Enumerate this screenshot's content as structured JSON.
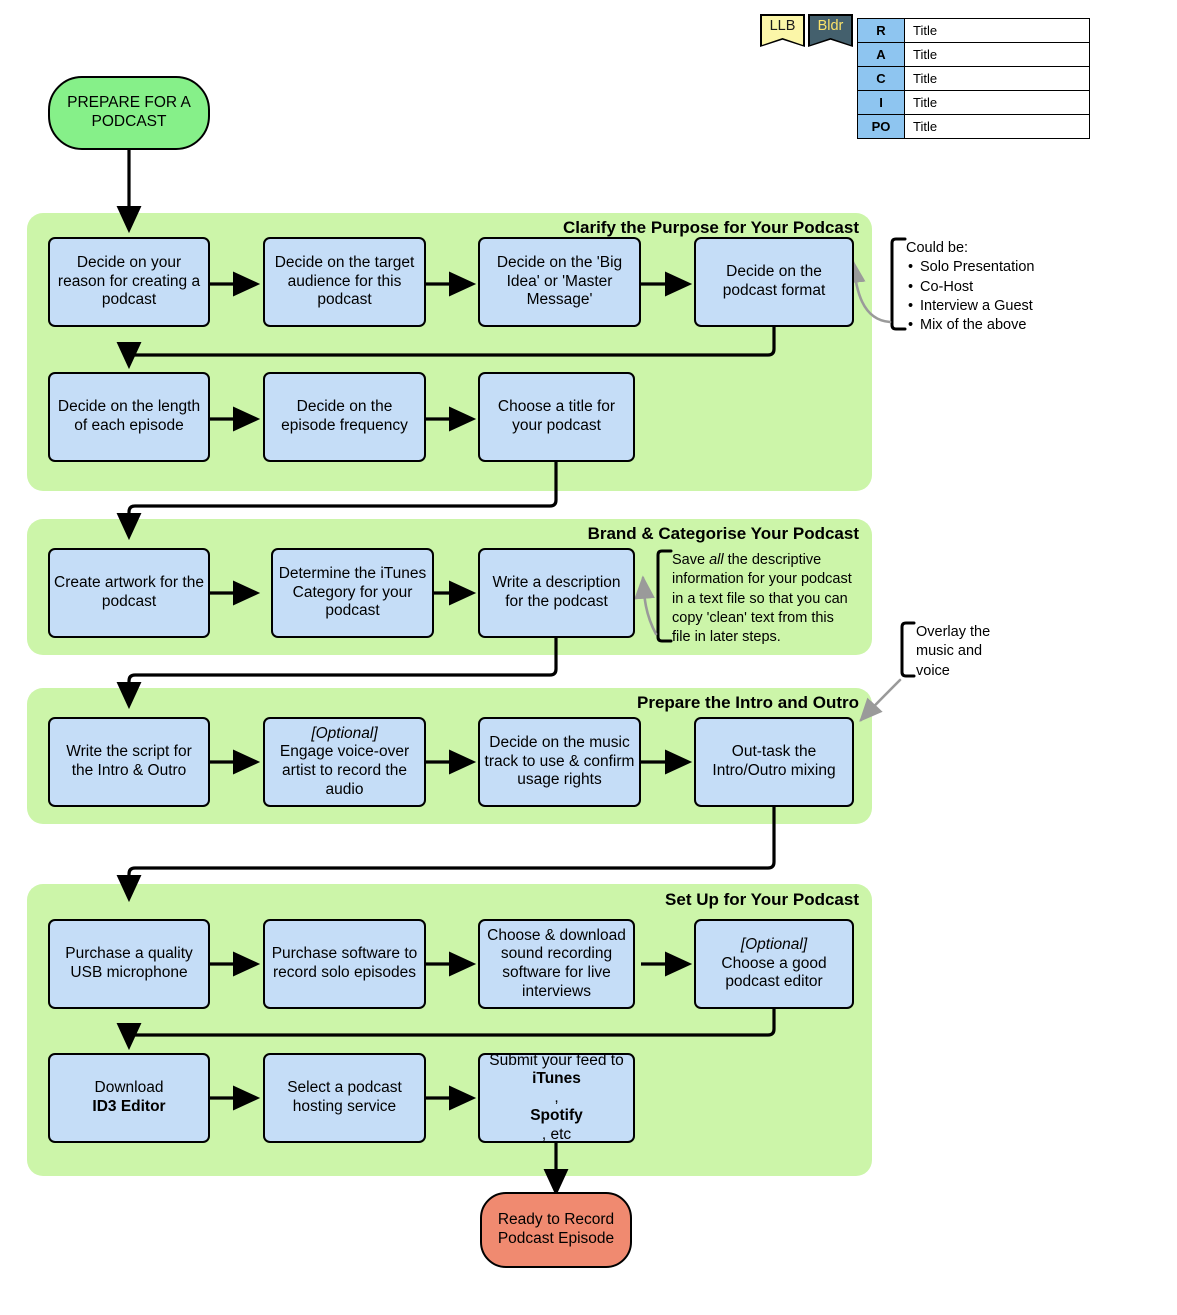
{
  "tags": [
    {
      "id": "llb",
      "label": "LLB",
      "bg": "#fbf6a8",
      "fg": "#1a1a1a"
    },
    {
      "id": "bldr",
      "label": "Bldr",
      "bg": "#44606d",
      "fg": "#fbe36a"
    }
  ],
  "raci_table": {
    "rows": [
      {
        "key": "R",
        "value": "Title"
      },
      {
        "key": "A",
        "value": "Title"
      },
      {
        "key": "C",
        "value": "Title"
      },
      {
        "key": "I",
        "value": "Title"
      },
      {
        "key": "PO",
        "value": "Title"
      }
    ],
    "key_bg": "#8ec5f0",
    "value_bg": "#ffffff"
  },
  "colors": {
    "lane_bg": "#ccf5a9",
    "node_bg": "#c5ddf7",
    "start_bg": "#86f089",
    "end_bg": "#f08a70",
    "stroke": "#000000",
    "annotation_arrow": "#9a9a9a"
  },
  "start_node": {
    "label": "PREPARE FOR A PODCAST"
  },
  "end_node": {
    "label": "Ready to Record Podcast Episode"
  },
  "lanes": [
    {
      "id": "clarify",
      "title": "Clarify the Purpose for Your Podcast",
      "nodes": [
        {
          "id": "n1",
          "label": "Decide on your reason for creating a podcast"
        },
        {
          "id": "n2",
          "label": "Decide on the target audience for this podcast"
        },
        {
          "id": "n3",
          "label": "Decide on the 'Big Idea' or 'Master Message'"
        },
        {
          "id": "n4",
          "label": "Decide on the podcast format"
        },
        {
          "id": "n5",
          "label": "Decide on the length of each episode"
        },
        {
          "id": "n6",
          "label": "Decide on the episode frequency"
        },
        {
          "id": "n7",
          "label": "Choose a title for your podcast"
        }
      ]
    },
    {
      "id": "brand",
      "title": "Brand & Categorise Your Podcast",
      "nodes": [
        {
          "id": "n8",
          "label": "Create artwork for the podcast"
        },
        {
          "id": "n9",
          "label": "Determine the iTunes Category for your podcast"
        },
        {
          "id": "n10",
          "label": "Write a description for the podcast"
        }
      ]
    },
    {
      "id": "intro",
      "title": "Prepare the Intro and Outro",
      "nodes": [
        {
          "id": "n11",
          "label": "Write the script for the Intro & Outro"
        },
        {
          "id": "n12",
          "label": "[Optional] Engage voice-over artist to record the audio",
          "optional_prefix": "[Optional]",
          "rest": "Engage voice-over artist to record the audio"
        },
        {
          "id": "n13",
          "label": "Decide on the music track to use & confirm usage rights"
        },
        {
          "id": "n14",
          "label": "Out-task the Intro/Outro mixing"
        }
      ]
    },
    {
      "id": "setup",
      "title": "Set Up for Your Podcast",
      "nodes": [
        {
          "id": "n15",
          "label": "Purchase a quality USB microphone"
        },
        {
          "id": "n16",
          "label": "Purchase software to record solo episodes"
        },
        {
          "id": "n17",
          "label": "Choose & download sound recording software for live interviews"
        },
        {
          "id": "n18",
          "label": "[Optional] Choose a good podcast editor",
          "optional_prefix": "[Optional]",
          "rest": "Choose a good podcast editor"
        },
        {
          "id": "n19",
          "label": "Download ID3 Editor",
          "plain1": "Download ",
          "bold1": "ID3 Editor"
        },
        {
          "id": "n20",
          "label": "Select a podcast hosting service"
        },
        {
          "id": "n21",
          "label": "Submit your feed to iTunes, Spotify, etc",
          "p1": "Submit your feed to ",
          "b1": "iTunes",
          "p2": ", ",
          "b2": "Spotify",
          "p3": ", etc"
        }
      ]
    }
  ],
  "annotations": [
    {
      "id": "format-options",
      "heading": "Could be:",
      "items": [
        "Solo Presentation",
        "Co-Host",
        "Interview a Guest",
        "Mix of the above"
      ],
      "points_to": "n4"
    },
    {
      "id": "save-descriptive",
      "lines": [
        {
          "pre": "Save ",
          "em": "all",
          "post": " the descriptive"
        },
        {
          "pre": "information for your podcast"
        },
        {
          "pre": "in a text file so that you can"
        },
        {
          "pre": "copy 'clean' text from this"
        },
        {
          "pre": "file in later steps."
        }
      ],
      "points_to": "n10"
    },
    {
      "id": "overlay-music",
      "lines": [
        {
          "pre": "Overlay the"
        },
        {
          "pre": "music and"
        },
        {
          "pre": "voice"
        }
      ],
      "points_to": "n14"
    }
  ]
}
